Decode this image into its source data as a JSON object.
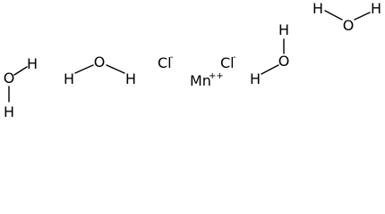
{
  "molecule": {
    "waters": [
      {
        "hydrogen_a": "H",
        "oxygen": "O",
        "hydrogen_b": "H"
      },
      {
        "hydrogen_a": "H",
        "oxygen": "O",
        "hydrogen_b": "H"
      },
      {
        "hydrogen_a": "H",
        "oxygen": "O",
        "hydrogen_b": "H"
      },
      {
        "hydrogen_a": "H",
        "oxygen": "O",
        "hydrogen_b": "H"
      }
    ],
    "chlorides": [
      {
        "symbol": "Cl",
        "charge": "-"
      },
      {
        "symbol": "Cl",
        "charge": "-"
      }
    ],
    "manganese": {
      "symbol": "Mn",
      "charge": "++"
    }
  }
}
